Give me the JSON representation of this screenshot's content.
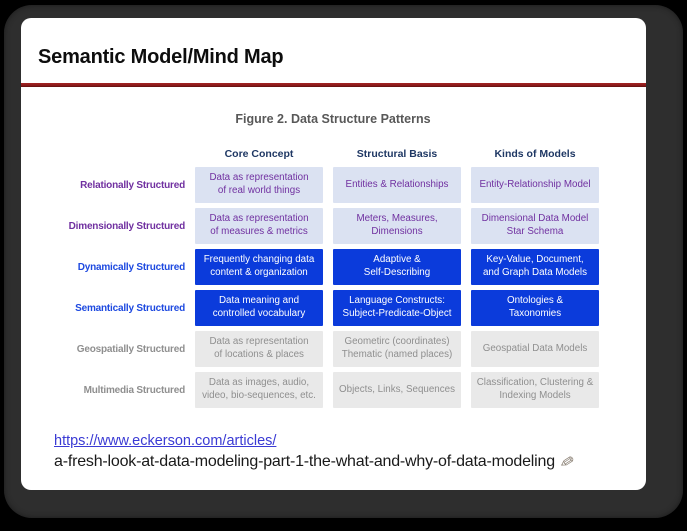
{
  "slide": {
    "title": "Semantic Model/Mind Map",
    "figure_caption": "Figure 2. Data Structure Patterns",
    "source_link": {
      "url_text": "https://www.eckerson.com/articles/",
      "path_text": "a-fresh-look-at-data-modeling-part-1-the-what-and-why-of-data-modeling"
    },
    "quill_icon": "✎"
  },
  "table": {
    "column_headers": [
      "Core Concept",
      "Structural Basis",
      "Kinds of Models"
    ],
    "rows": [
      {
        "label": "Relationally Structured",
        "emphasis": "lavender",
        "cells": [
          "Data as representation\nof real world things",
          "Entities & Relationships",
          "Entity-Relationship Model"
        ]
      },
      {
        "label": "Dimensionally Structured",
        "emphasis": "lavender",
        "cells": [
          "Data as representation\nof measures & metrics",
          "Meters, Measures,\nDimensions",
          "Dimensional Data Model\nStar Schema"
        ]
      },
      {
        "label": "Dynamically Structured",
        "emphasis": "highlight-blue",
        "cells": [
          "Frequently changing data\ncontent & organization",
          "Adaptive &\nSelf-Describing",
          "Key-Value, Document,\nand Graph Data Models"
        ]
      },
      {
        "label": "Semantically Structured",
        "emphasis": "highlight-blue",
        "cells": [
          "Data meaning and\ncontrolled vocabulary",
          "Language Constructs:\nSubject-Predicate-Object",
          "Ontologies &\nTaxonomies"
        ]
      },
      {
        "label": "Geospatially Structured",
        "emphasis": "gray",
        "cells": [
          "Data as representation\nof locations & places",
          "Geometirc (coordinates)\nThematic (named places)",
          "Geospatial Data Models"
        ]
      },
      {
        "label": "Multimedia Structured",
        "emphasis": "gray",
        "cells": [
          "Data as images, audio,\nvideo, bio-sequences, etc.",
          "Objects, Links, Sequences",
          "Classification, Clustering &\nIndexing Models"
        ]
      }
    ]
  },
  "colors": {
    "accent_red": "#8f1c1c",
    "highlight_blue": "#0b3bdb",
    "lavender_cell": "#dbe2f2",
    "gray_cell": "#e9e9e9",
    "purple_text": "#7030a0",
    "blue_label_text": "#1d49e0",
    "gray_text": "#8f8f8f",
    "header_navy": "#1f3864",
    "link_blue": "#3a3ad4",
    "frame_dark": "#2e2e2e"
  }
}
